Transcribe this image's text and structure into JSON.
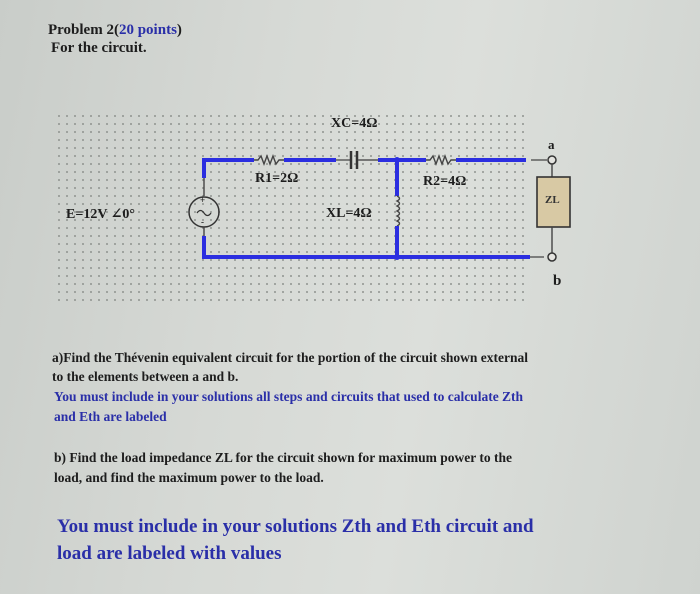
{
  "header": {
    "problem_prefix": "Problem 2(",
    "points": "20 points",
    "problem_suffix": ")",
    "subtitle": "For the circuit."
  },
  "circuit": {
    "source_label": "E=12V ∠0°",
    "r1_label": "R1=2Ω",
    "xc_label": "XC=4Ω",
    "xl_label": "XL=4Ω",
    "r2_label": "R2=4Ω",
    "load_label": "ZL",
    "node_a": "a",
    "node_b": "b",
    "wire_color": "#2b2ee0",
    "load_fill": "#d8c9a4"
  },
  "questions": {
    "a_line1": "a)Find the Thévenin equivalent circuit for the portion of the circuit shown  external",
    "a_line2": "to the elements between a and b.",
    "a_note1": "You must include in your solutions all steps and circuits that used to calculate  Zth",
    "a_note2": "and Eth   are labeled",
    "b_line1": "b) Find the load impedance ZL for the circuit shown for maximum power to the",
    "b_line2": "load, and find the maximum power to the load.",
    "final_note1": "You must include in your solutions Zth and Eth circuit and",
    "final_note2": "load are labeled with values"
  }
}
